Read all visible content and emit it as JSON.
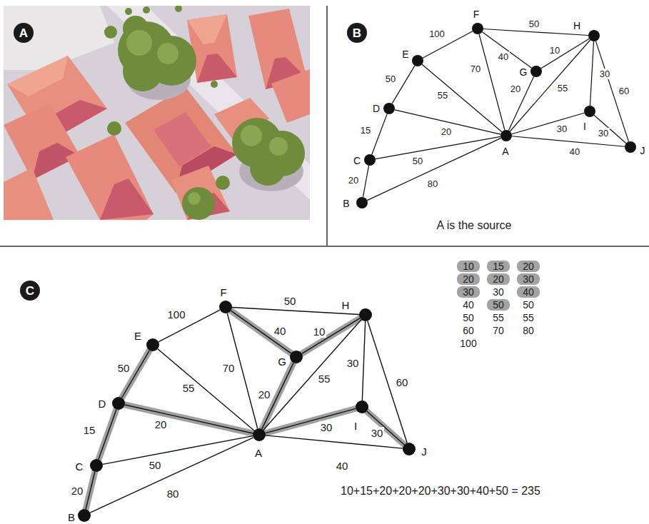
{
  "diagram": {
    "nodes": [
      {
        "text": [
          "A"
        ]
      },
      {
        "text": [
          "B"
        ]
      },
      {
        "text": [
          "F"
        ]
      },
      {
        "text": [
          "H"
        ]
      },
      {
        "text": [
          "E"
        ]
      },
      {
        "text": [
          "G"
        ]
      },
      {
        "text": [
          "D"
        ]
      },
      {
        "text": [
          "I"
        ]
      },
      {
        "text": [
          "A"
        ]
      },
      {
        "text": [
          "J"
        ]
      },
      {
        "text": [
          "C"
        ]
      },
      {
        "text": [
          "B"
        ]
      },
      {
        "text": [
          "C"
        ]
      },
      {
        "text": [
          "F"
        ]
      },
      {
        "text": [
          "H"
        ]
      },
      {
        "text": [
          "E"
        ]
      },
      {
        "text": [
          "G"
        ]
      },
      {
        "text": [
          "D"
        ]
      },
      {
        "text": [
          "I"
        ]
      },
      {
        "text": [
          "A"
        ]
      },
      {
        "text": [
          "J"
        ]
      },
      {
        "text": [
          "C"
        ]
      },
      {
        "text": [
          "B"
        ]
      }
    ],
    "edges": [
      {
        "from": 4,
        "to": 2,
        "arrow": "none",
        "label": "100"
      },
      {
        "from": 2,
        "to": 3,
        "arrow": "none",
        "label": "50"
      },
      {
        "from": 2,
        "to": 5,
        "arrow": "none",
        "label": "40"
      },
      {
        "from": 5,
        "to": 3,
        "arrow": "none",
        "label": "10"
      },
      {
        "from": 4,
        "to": 6,
        "arrow": "none",
        "label": "50"
      },
      {
        "from": 4,
        "to": 8,
        "arrow": "none",
        "label": "55"
      },
      {
        "from": 2,
        "to": 8,
        "arrow": "none",
        "label": "70"
      },
      {
        "from": 5,
        "to": 8,
        "arrow": "none",
        "label": "20"
      },
      {
        "from": 3,
        "to": 8,
        "arrow": "none",
        "label": "55"
      },
      {
        "from": 3,
        "to": 7,
        "arrow": "none",
        "label": "30"
      },
      {
        "from": 3,
        "to": 9,
        "arrow": "none",
        "label": "60"
      },
      {
        "from": 7,
        "to": 8,
        "arrow": "none",
        "label": "30"
      },
      {
        "from": 7,
        "to": 9,
        "arrow": "none",
        "label": "30"
      },
      {
        "from": 8,
        "to": 9,
        "arrow": "none",
        "label": "40"
      },
      {
        "from": 6,
        "to": 8,
        "arrow": "none",
        "label": "20"
      },
      {
        "from": 6,
        "to": 10,
        "arrow": "none",
        "label": "15"
      },
      {
        "from": 10,
        "to": 8,
        "arrow": "none",
        "label": "50"
      },
      {
        "from": 10,
        "to": 11,
        "arrow": "none",
        "label": "20"
      },
      {
        "from": 11,
        "to": 8,
        "arrow": "none",
        "label": "80"
      },
      {
        "from": 15,
        "to": 13,
        "arrow": "none",
        "label": "100"
      },
      {
        "from": 13,
        "to": 14,
        "arrow": "none",
        "label": "50"
      },
      {
        "from": 13,
        "to": 16,
        "arrow": "none",
        "label": "40"
      },
      {
        "from": 16,
        "to": 14,
        "arrow": "none",
        "label": "10"
      },
      {
        "from": 15,
        "to": 17,
        "arrow": "none",
        "label": "50"
      },
      {
        "from": 15,
        "to": 19,
        "arrow": "none",
        "label": "55"
      },
      {
        "from": 13,
        "to": 19,
        "arrow": "none",
        "label": "70"
      },
      {
        "from": 16,
        "to": 19,
        "arrow": "none",
        "label": "20"
      },
      {
        "from": 14,
        "to": 19,
        "arrow": "none",
        "label": "55"
      },
      {
        "from": 14,
        "to": 18,
        "arrow": "none",
        "label": "30"
      },
      {
        "from": 14,
        "to": 20,
        "arrow": "none",
        "label": "60"
      },
      {
        "from": 18,
        "to": 19,
        "arrow": "none",
        "label": "30"
      },
      {
        "from": 18,
        "to": 20,
        "arrow": "none",
        "label": "30"
      },
      {
        "from": 19,
        "to": 20,
        "arrow": "none",
        "label": "40"
      },
      {
        "from": 17,
        "to": 19,
        "arrow": "none",
        "label": "20"
      },
      {
        "from": 17,
        "to": 21,
        "arrow": "none",
        "label": "15"
      },
      {
        "from": 21,
        "to": 19,
        "arrow": "none",
        "label": "50"
      },
      {
        "from": 21,
        "to": 22,
        "arrow": "none",
        "label": "20"
      },
      {
        "from": 22,
        "to": 19,
        "arrow": "none",
        "label": "80"
      }
    ],
    "labels": [
      "A is the source",
      "10",
      "15",
      "20",
      "20",
      "20",
      "30",
      "30",
      "30",
      "40",
      "40",
      "50",
      "50",
      "50",
      "55",
      "55",
      "60",
      "70",
      "80",
      "100",
      "10+15+20+20+20+30+30+40+50 = 235"
    ]
  }
}
